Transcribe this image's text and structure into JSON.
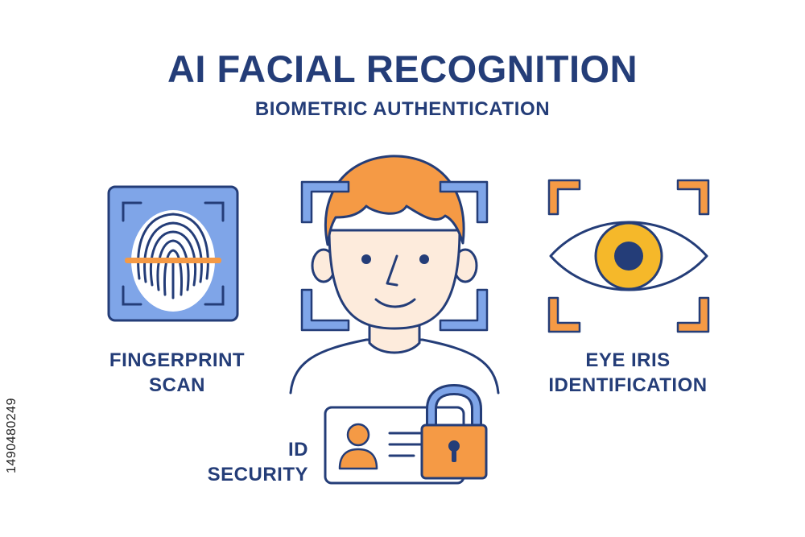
{
  "header": {
    "title": "AI FACIAL RECOGNITION",
    "subtitle": "BIOMETRIC AUTHENTICATION"
  },
  "features": {
    "fingerprint": {
      "line1": "FINGERPRINT",
      "line2": "SCAN",
      "icon": "fingerprint-scan-icon"
    },
    "eye": {
      "line1": "EYE IRIS",
      "line2": "IDENTIFICATION",
      "icon": "eye-iris-icon"
    },
    "id": {
      "line1": "ID",
      "line2": "SECURITY",
      "icon": "id-card-lock-icon"
    },
    "face": {
      "icon": "face-scan-icon"
    }
  },
  "watermark": {
    "text": "1490480249"
  },
  "colors": {
    "navy": "#243d78",
    "blue": "#7fa5e8",
    "orange": "#f59a45",
    "yellow": "#f5b82a",
    "skin": "#fdebdc"
  }
}
